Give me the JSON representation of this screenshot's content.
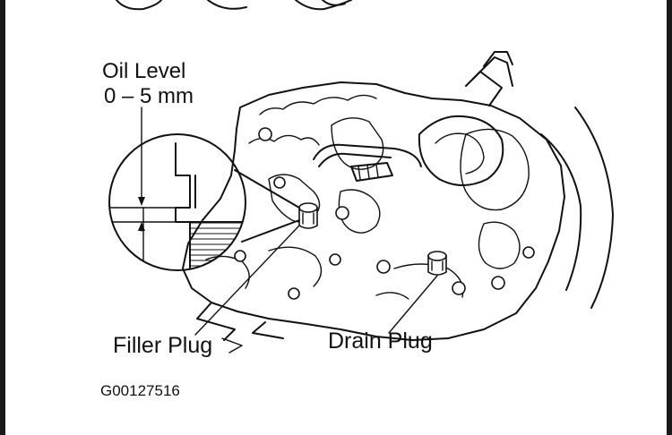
{
  "figure": {
    "labels": {
      "oil_level_title": "Oil Level",
      "oil_level_range": "0 – 5 mm",
      "filler_plug": "Filler Plug",
      "drain_plug": "Drain Plug"
    },
    "figure_code": "G00127516"
  },
  "colors": {
    "line": "#111111",
    "background": "#ffffff",
    "frame": "#1a1a1a"
  }
}
